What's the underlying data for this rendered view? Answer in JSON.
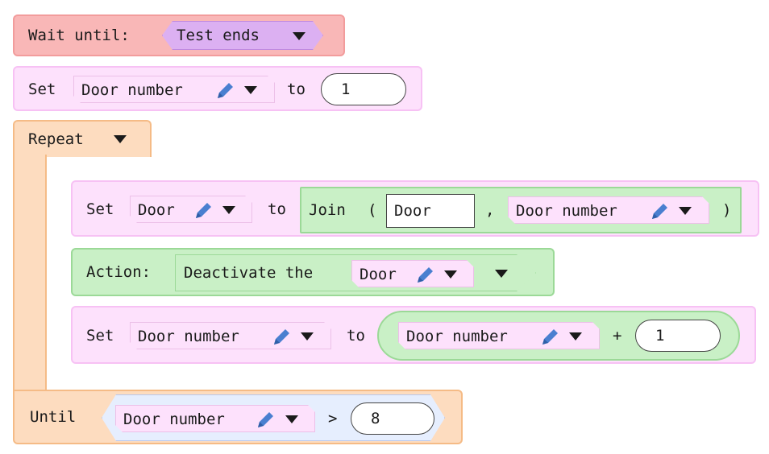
{
  "wait": {
    "label": "Wait until:",
    "event": "Test ends"
  },
  "set1": {
    "label": "Set",
    "variable": "Door number",
    "to": "to",
    "value": "1"
  },
  "repeat": {
    "label": "Repeat",
    "until_label": "Until"
  },
  "set2": {
    "label": "Set",
    "variable": "Door",
    "to": "to",
    "join_label": "Join",
    "open_paren": "(",
    "comma": ",",
    "close_paren": ")",
    "text_value": "Door",
    "join_variable": "Door number"
  },
  "action": {
    "label": "Action:",
    "verb": "Deactivate the",
    "target": "Door"
  },
  "set3": {
    "label": "Set",
    "variable": "Door number",
    "to": "to",
    "operand_variable": "Door number",
    "operator": "+",
    "operand_value": "1"
  },
  "until": {
    "variable": "Door number",
    "operator": ">",
    "value": "8"
  },
  "colors": {
    "wait_block": "#f9b7b7",
    "variable_block": "#fde1fc",
    "control_block": "#fddcbf",
    "action_block": "#c9f0c6",
    "event_dropdown": "#dcb0f2",
    "condition_hex": "#e6eefe",
    "pencil": "#4a7fd0"
  }
}
